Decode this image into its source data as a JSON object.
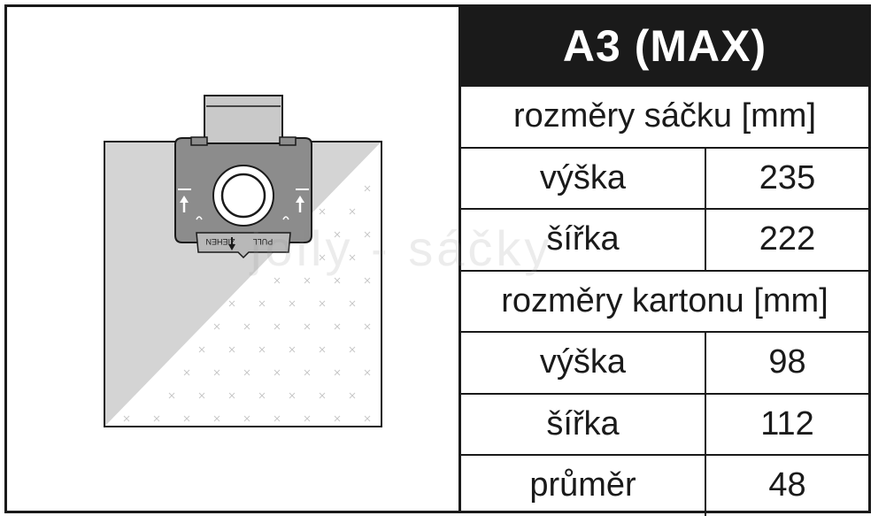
{
  "title": "A3 (MAX)",
  "watermark": "jolly - sáčky",
  "bag_illustration": {
    "pull_label": "PULL",
    "ziehen_label": "ZIEHEN"
  },
  "sections": [
    {
      "header": "rozměry sáčku [mm]",
      "rows": [
        {
          "label": "výška",
          "value": "235"
        },
        {
          "label": "šířka",
          "value": "222"
        }
      ]
    },
    {
      "header": "rozměry kartonu [mm]",
      "rows": [
        {
          "label": "výška",
          "value": "98"
        },
        {
          "label": "šířka",
          "value": "112"
        },
        {
          "label": "průměr",
          "value": "48"
        }
      ]
    }
  ],
  "colors": {
    "border": "#1a1a1a",
    "header_bg": "#1a1a1a",
    "header_text": "#ffffff",
    "bag_shade": "#d4d4d4",
    "collar": "#8c8c8c"
  }
}
